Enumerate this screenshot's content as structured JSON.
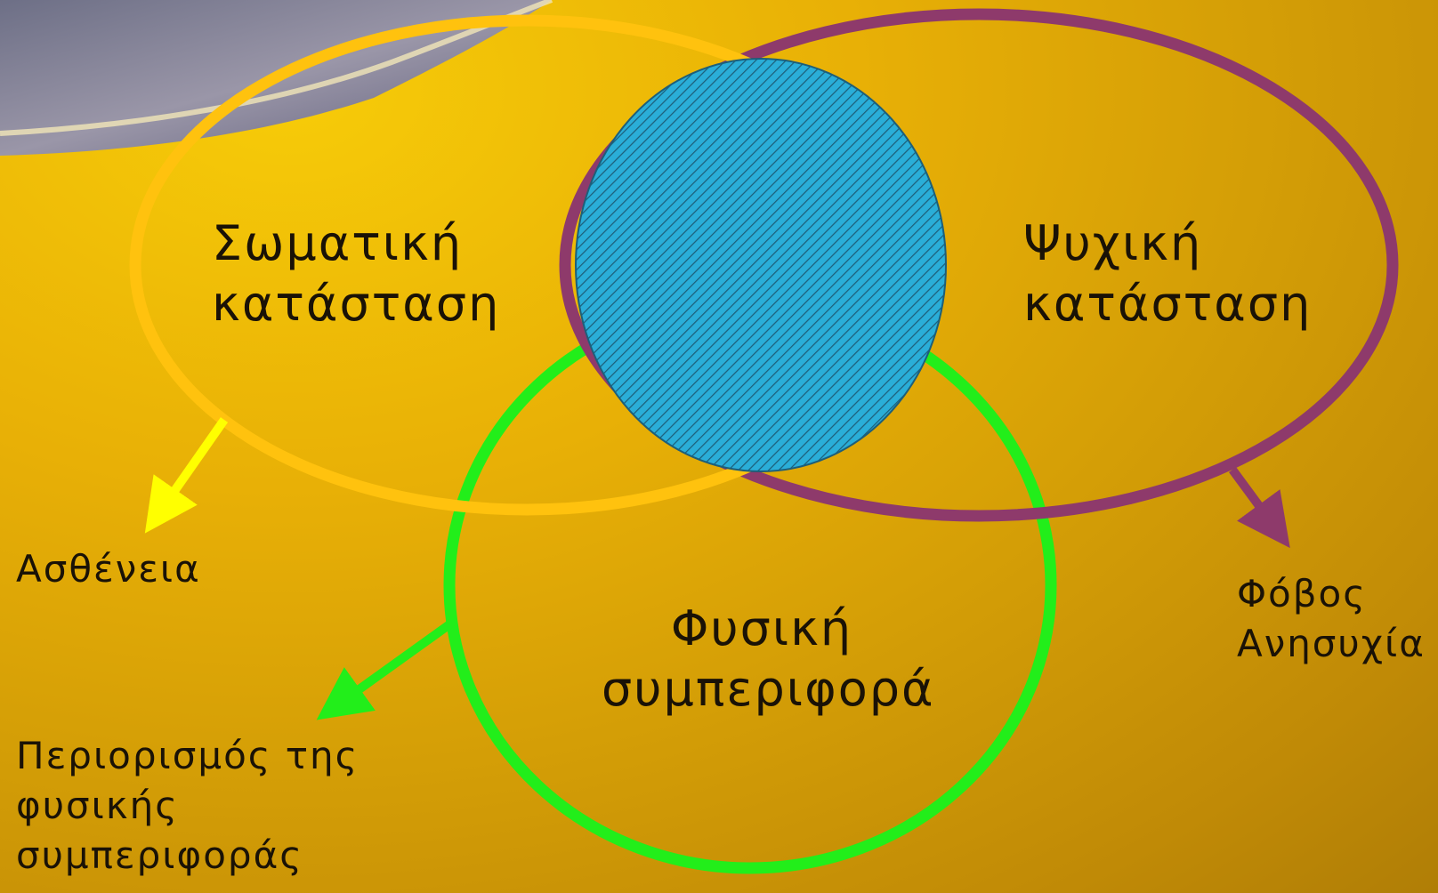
{
  "diagram": {
    "circles": {
      "physical_state": {
        "label": "Σωματική\nκατάσταση",
        "color": "#ffc20e"
      },
      "mental_state": {
        "label": "Ψυχική\nκατάσταση",
        "color": "#8e3a6b"
      },
      "physical_behavior": {
        "label": "Φυσική\nσυμπεριφορά",
        "color": "#22ee1a"
      },
      "overlap": {
        "color": "#2aaed8",
        "pattern": "diagonal-hatch"
      }
    },
    "outcomes": {
      "illness": {
        "label": "Ασθένεια",
        "arrow_color": "#ffff00"
      },
      "fear_worry": {
        "label": "Φόβος\nΑνησυχία",
        "arrow_color": "#8e3a6b"
      },
      "limitation": {
        "label": "Περιορισμός της\nφυσικής\nσυμπεριφοράς",
        "arrow_color": "#22ee1a"
      }
    }
  }
}
